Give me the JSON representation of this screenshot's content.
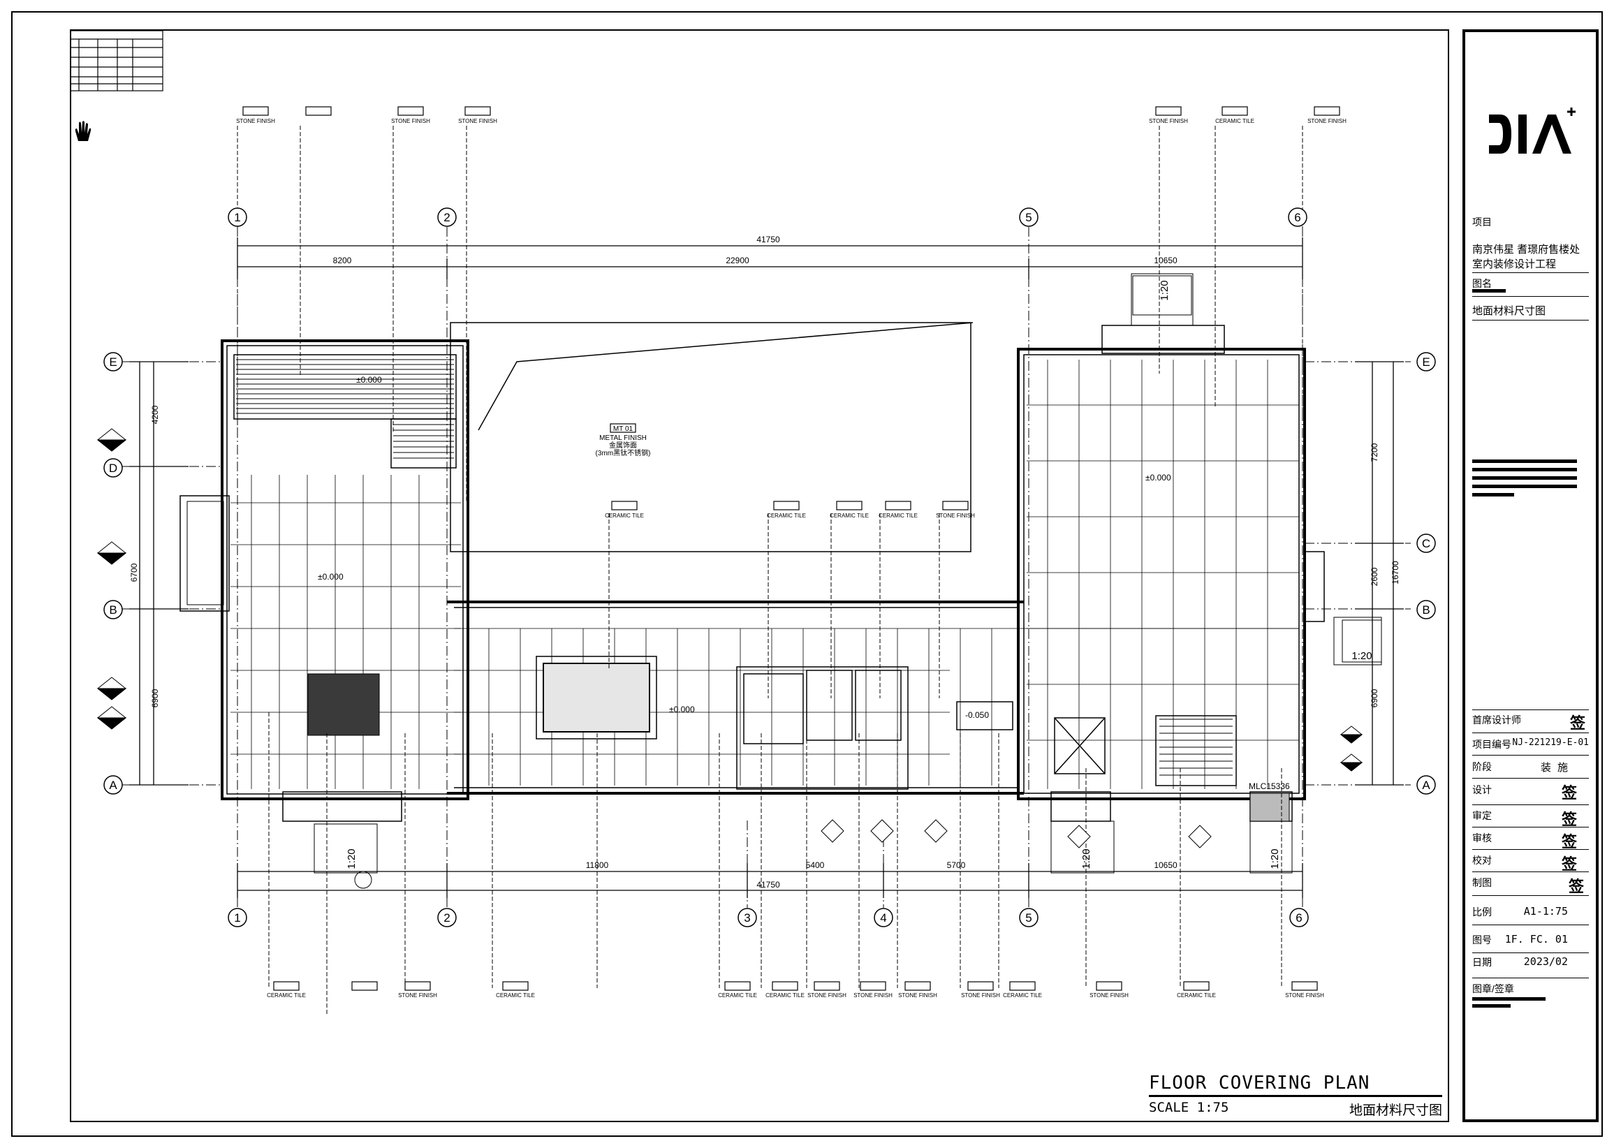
{
  "drawing": {
    "title": "FLOOR COVERING PLAN",
    "scale": "SCALE 1:75",
    "title_cn": "地面材料尺寸图"
  },
  "grid": {
    "columns": [
      "1",
      "2",
      "3",
      "4",
      "5",
      "6"
    ],
    "rows": [
      "A",
      "B",
      "C",
      "D",
      "E"
    ]
  },
  "dimensions": {
    "top_overall": "41750",
    "top_segments": [
      "8200",
      "22900",
      "10650"
    ],
    "bottom_overall": "41750",
    "bottom_segments": [
      "11800",
      "5400",
      "5700",
      "10650"
    ],
    "left_segments": [
      "4200",
      "6700",
      "6900"
    ],
    "right_segments": [
      "7200",
      "2600",
      "16700",
      "6900"
    ],
    "level_marks": [
      "±0.000",
      "±0.000",
      "±0.000",
      "±0.000",
      "-0.050"
    ],
    "detail_ref": "1:20",
    "meter_box": "MLC15336"
  },
  "material_callouts": {
    "metal_center": {
      "code": "MT 01",
      "line1": "METAL FINISH",
      "line2": "金属饰面",
      "line3": "(3mm黑钛不锈钢)"
    },
    "ceramic": "CERAMIC TILE",
    "stone": "STONE FINISH"
  },
  "title_block": {
    "logo": "DIA",
    "project_label": "项目",
    "project_name_line1": "南京伟星 耆璟府售楼处",
    "project_name_line2": "室内装修设计工程",
    "drawing_name_label": "图名",
    "drawing_name": "地面材料尺寸图",
    "chief_designer_label": "首席设计师",
    "project_no_label": "项目编号",
    "project_no": "NJ-221219-E-01",
    "stage_label": "阶段",
    "stage": "装 施",
    "design_label": "设计",
    "review_label": "审定",
    "check_label": "审核",
    "proof_label": "校对",
    "drafter_label": "制图",
    "scale_label": "比例",
    "scale_value": "A1-1:75",
    "sheet_no_label": "图号",
    "sheet_no": "1F. FC. 01",
    "date_label": "日期",
    "date_value": "2023/02",
    "stamp_label": "图章/签章"
  }
}
